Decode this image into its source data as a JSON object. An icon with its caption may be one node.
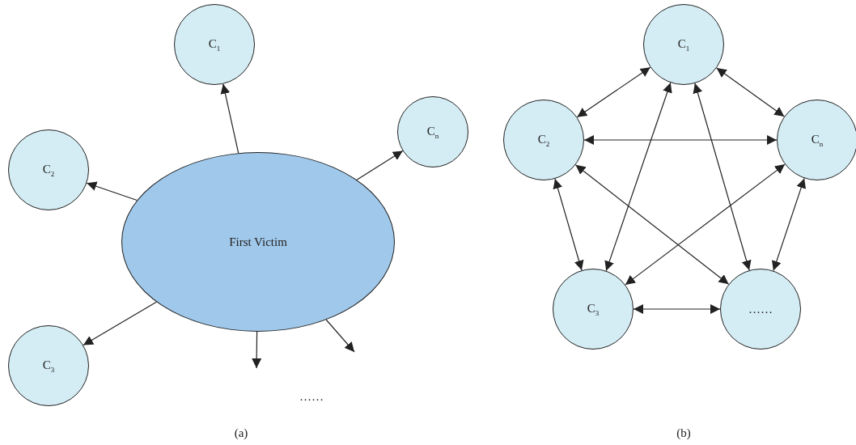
{
  "diagram": {
    "nodes": [
      {
        "text": [
          "C$_{1}$"
        ]
      },
      {
        "text": [
          "C$_{n}$"
        ]
      },
      {
        "text": [
          "C$_{2}$"
        ]
      },
      {
        "text": [
          "First Victim"
        ]
      },
      {
        "text": [
          "C$_{3}$"
        ]
      },
      {
        "text": [
          "C$_{1}$"
        ]
      },
      {
        "text": [
          "C$_{2}$"
        ]
      },
      {
        "text": [
          "C$_{n}$"
        ]
      },
      {
        "text": [
          "C$_{3}$"
        ]
      },
      {
        "text": [
          "……"
        ]
      }
    ],
    "edges": [
      {
        "from": 3,
        "to": 0,
        "arrow": "to"
      },
      {
        "from": 3,
        "to": 1,
        "arrow": "to"
      },
      {
        "from": 3,
        "to": 2,
        "arrow": "to"
      },
      {
        "from": 3,
        "to": 4,
        "arrow": "to"
      },
      {
        "from": 3,
        "to": null,
        "arrow": "to"
      },
      {
        "from": 3,
        "to": null,
        "arrow": "to"
      },
      {
        "from": 5,
        "to": 6,
        "arrow": "both"
      },
      {
        "from": 5,
        "to": 7,
        "arrow": "both"
      },
      {
        "from": 6,
        "to": 7,
        "arrow": "both"
      },
      {
        "from": 6,
        "to": 8,
        "arrow": "both"
      },
      {
        "from": 7,
        "to": 9,
        "arrow": "both"
      },
      {
        "from": 8,
        "to": 9,
        "arrow": "both"
      },
      {
        "from": 5,
        "to": 8,
        "arrow": "both"
      },
      {
        "from": 5,
        "to": 9,
        "arrow": "both"
      },
      {
        "from": 6,
        "to": 9,
        "arrow": "both"
      },
      {
        "from": 7,
        "to": 8,
        "arrow": "both"
      }
    ],
    "labels": [
      "……",
      "(a)",
      "(b)"
    ]
  }
}
